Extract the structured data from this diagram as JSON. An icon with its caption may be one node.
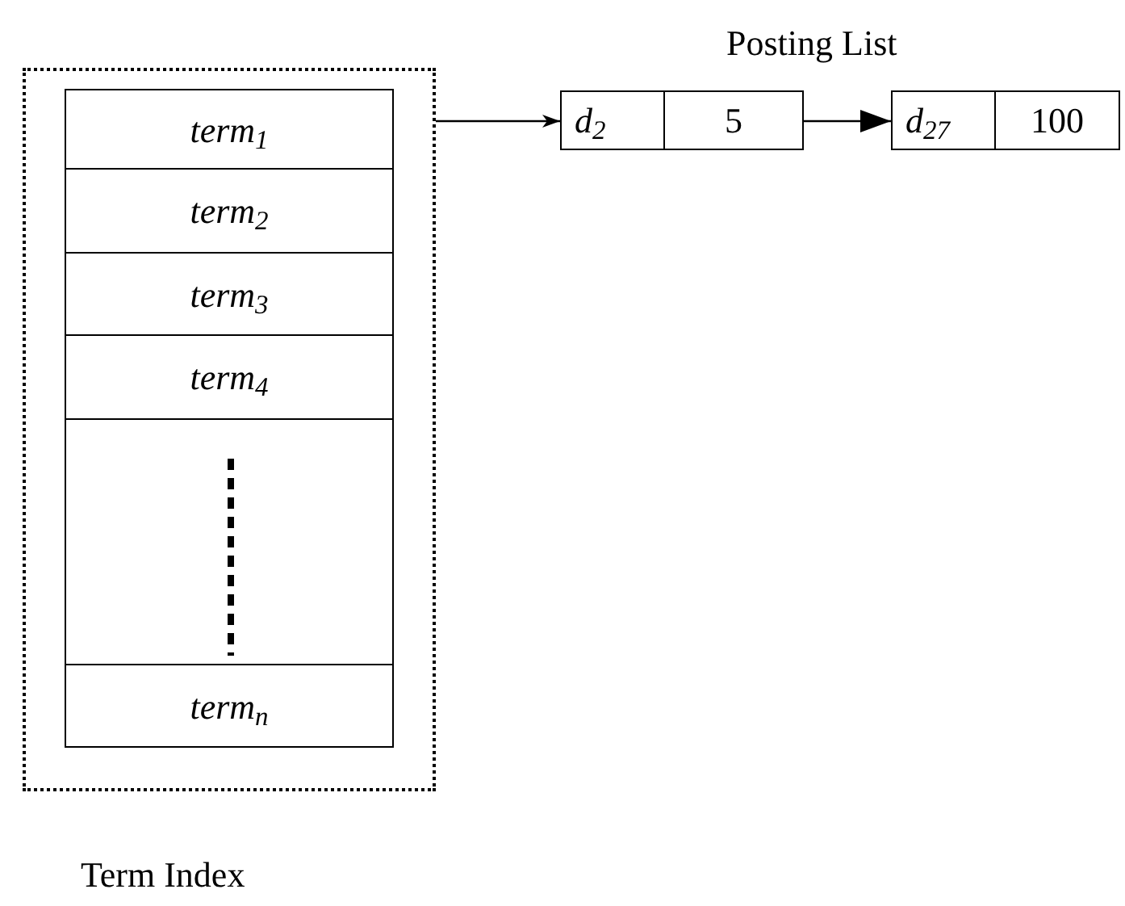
{
  "diagram": {
    "nodes": [
      {
        "text": [],
        "shape": "box",
        "beside": [
          "Term Index"
        ]
      },
      {
        "text": [
          "term$_{1}$"
        ],
        "in": 0
      },
      {
        "text": [
          "term$_{2}$"
        ],
        "in": 0
      },
      {
        "text": [
          "term$_{3}$"
        ],
        "in": 0
      },
      {
        "text": [
          "term$_{4}$"
        ],
        "in": 0
      },
      {
        "text": [],
        "shape": "box",
        "in": 0
      },
      {
        "text": [
          "term$_{n}$"
        ],
        "in": 0
      },
      {
        "text": [
          "d$_{2}$",
          "5"
        ]
      },
      {
        "text": [
          "d$_{27}$",
          "100"
        ]
      }
    ],
    "edges": [
      {
        "from": 1,
        "to": 7,
        "arrow": "to"
      },
      {
        "from": 7,
        "to": 8,
        "arrow": "to"
      }
    ],
    "labels": [
      "Posting List"
    ]
  }
}
